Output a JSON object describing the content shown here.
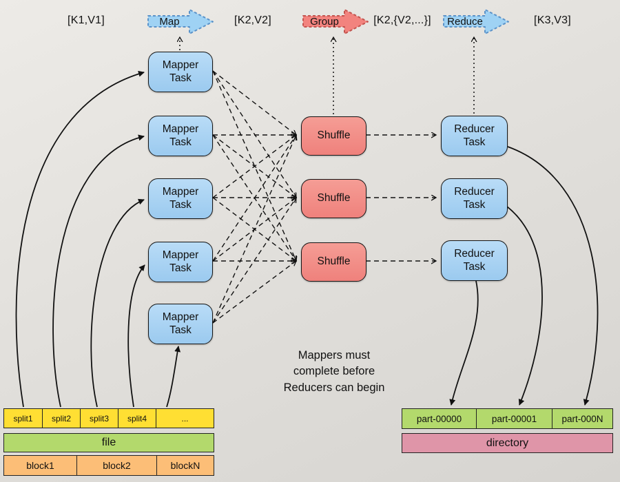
{
  "flow": {
    "input_pair": "[K1,V1]",
    "map": "Map",
    "map_output_pair": "[K2,V2]",
    "group": "Group",
    "group_output_pair": "[K2,{V2,...}]",
    "reduce": "Reduce",
    "reduce_output_pair": "[K3,V3]"
  },
  "tasks": {
    "mapper": "Mapper Task",
    "shuffle": "Shuffle",
    "reducer": "Reducer Task"
  },
  "note": "Mappers must complete before Reducers can begin",
  "input_storage": {
    "splits": [
      "split1",
      "split2",
      "split3",
      "split4",
      "..."
    ],
    "file": "file",
    "blocks": [
      "block1",
      "block2",
      "blockN"
    ]
  },
  "output_storage": {
    "parts": [
      "part-00000",
      "part-00001",
      "part-000N"
    ],
    "directory": "directory"
  },
  "colors": {
    "task_blue": "#a7d3f3",
    "shuffle_red": "#f28b85",
    "split_yellow": "#ffdf33",
    "file_green": "#b3d96c",
    "block_orange": "#fcbe77",
    "directory_pink": "#df95a8",
    "background": "#e2e0dc"
  }
}
